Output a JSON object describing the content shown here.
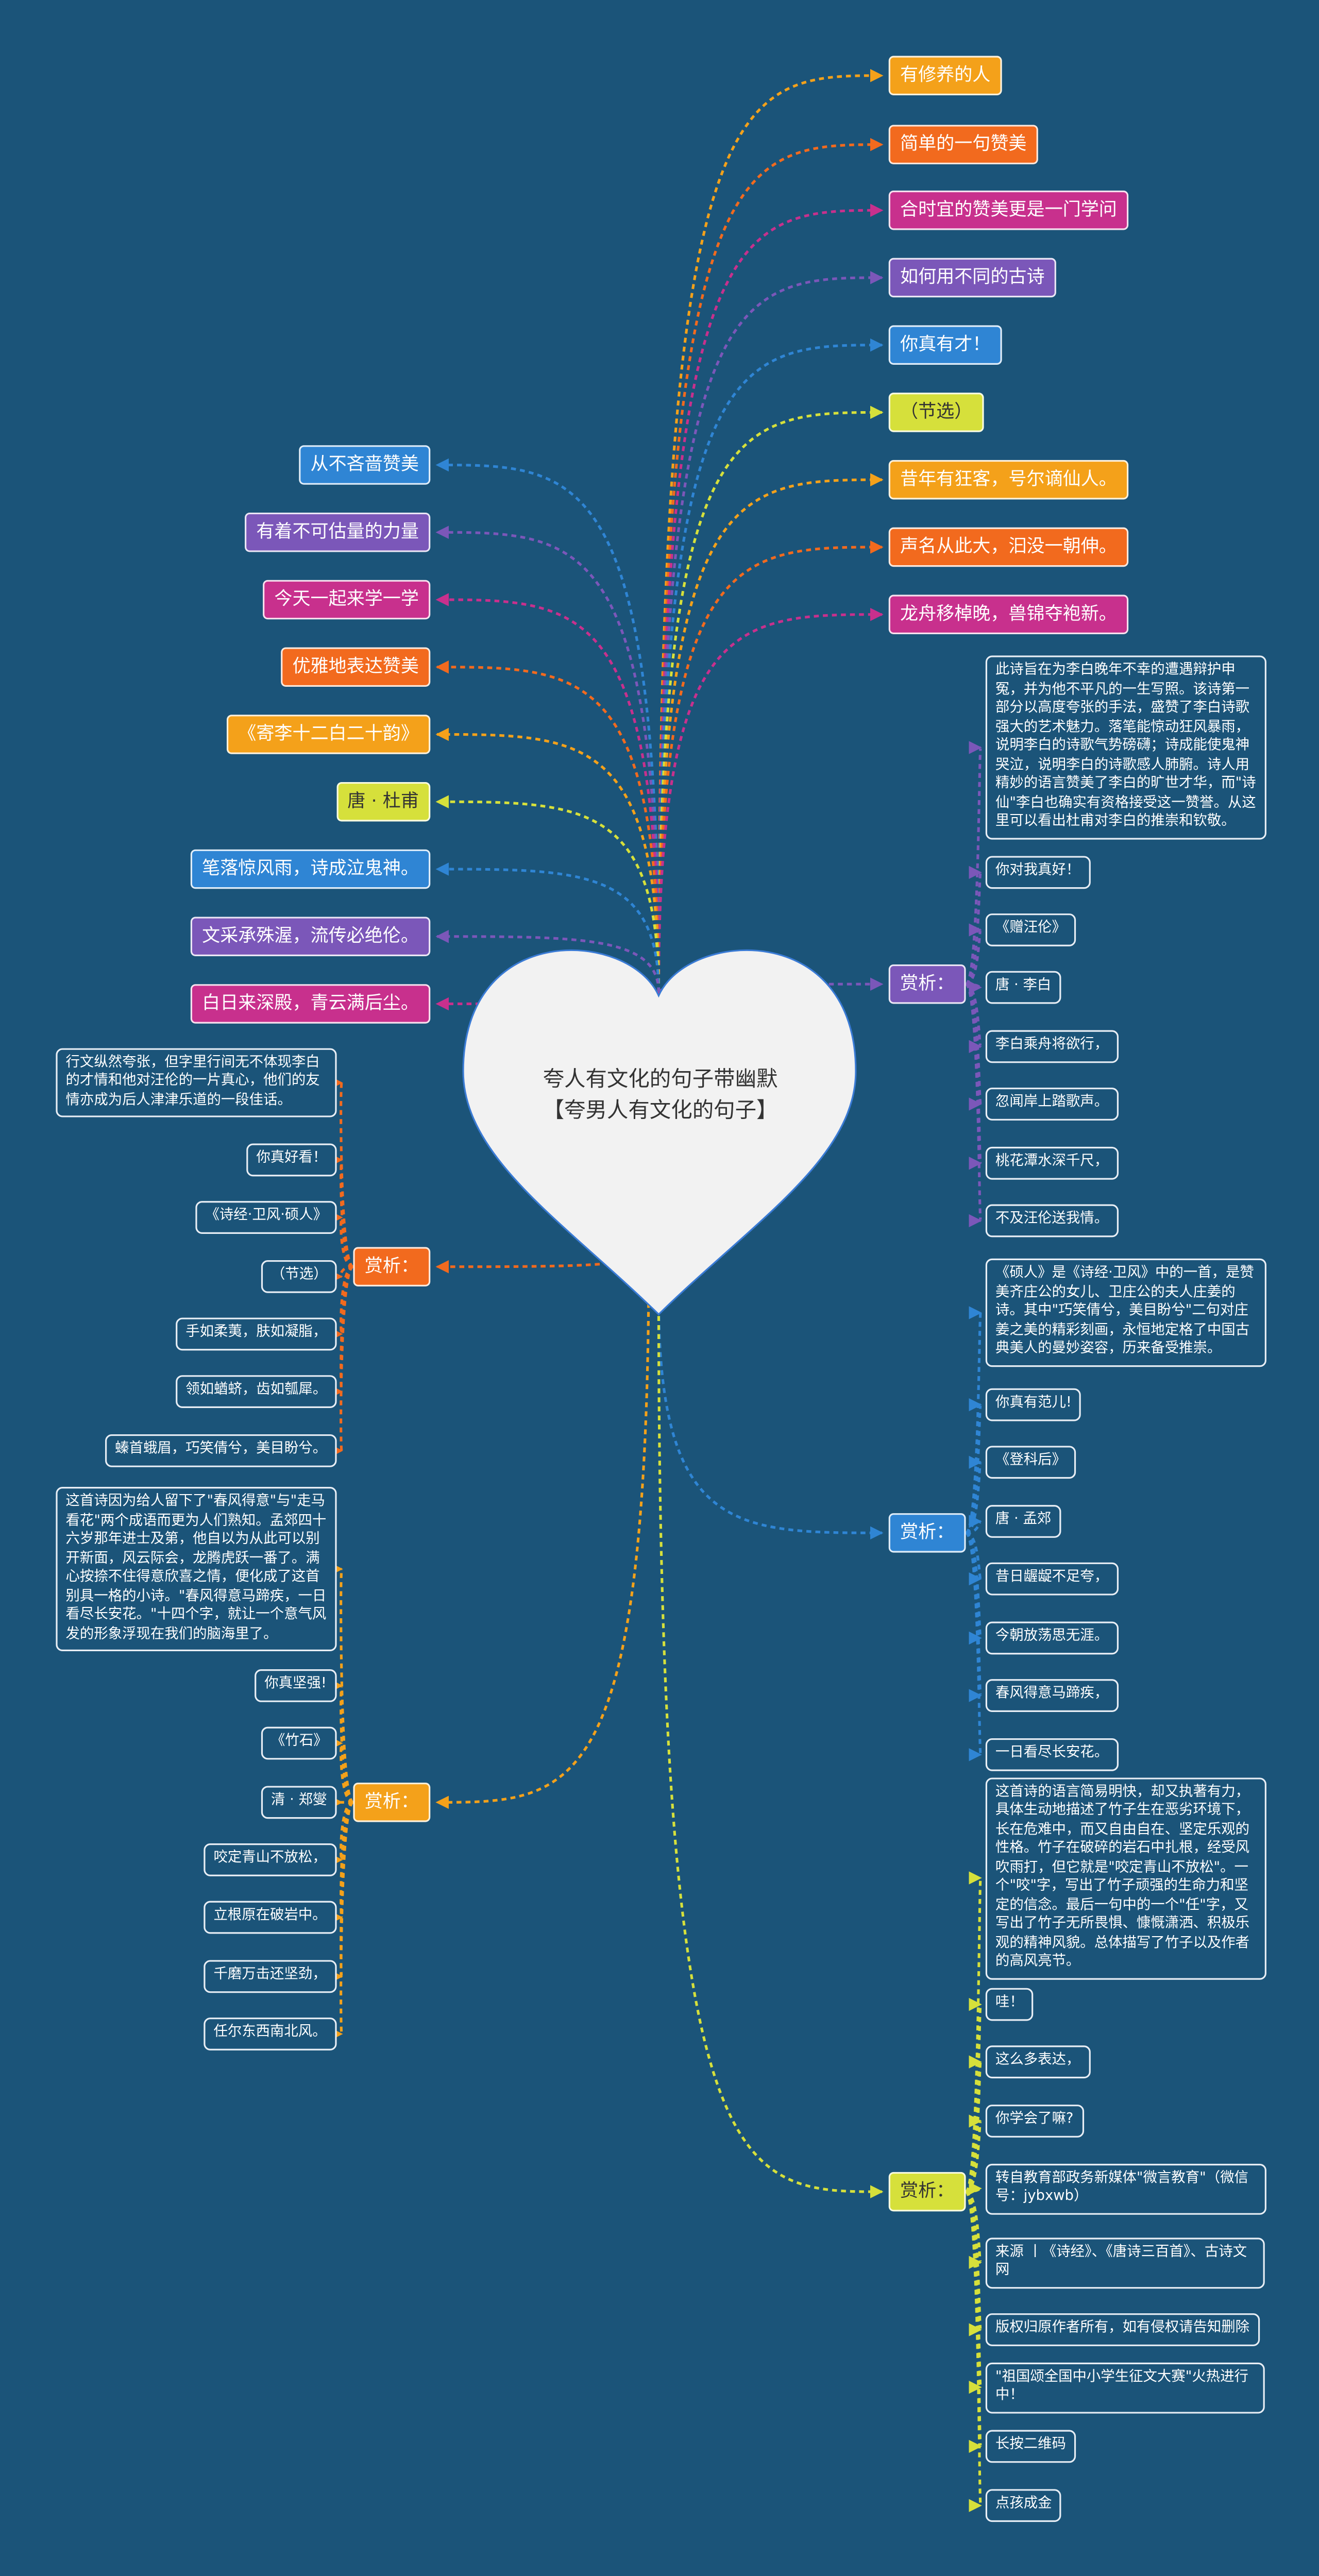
{
  "title": {
    "line1": "夸人有文化的句子带幽默",
    "line2": "【夸男人有文化的句子】"
  },
  "right_nodes": [
    "有修养的人",
    "简单的一句赞美",
    "合时宜的赞美更是一门学问",
    "如何用不同的古诗",
    "你真有才！",
    "（节选）",
    "昔年有狂客，号尔谪仙人。",
    "声名从此大，汩没一朝伸。",
    "龙舟移棹晚，兽锦夺袍新。"
  ],
  "left_nodes": [
    "从不吝啬赞美",
    "有着不可估量的力量",
    "今天一起来学一学",
    "优雅地表达赞美",
    "《寄李十二白二十韵》",
    "唐 · 杜甫",
    "笔落惊风雨，诗成泣鬼神。",
    "文采承殊渥，流传必绝伦。",
    "白日来深殿，青云满后尘。"
  ],
  "sections": [
    {
      "label": "赏析：",
      "items": [
        "此诗旨在为李白晚年不幸的遭遇辩护申冤，并为他不平凡的一生写照。该诗第一部分以高度夸张的手法，盛赞了李白诗歌强大的艺术魅力。落笔能惊动狂风暴雨，说明李白的诗歌气势磅礴；诗成能使鬼神哭泣，说明李白的诗歌感人肺腑。诗人用精妙的语言赞美了李白的旷世才华，而\"诗仙\"李白也确实有资格接受这一赞誉。从这里可以看出杜甫对李白的推崇和钦敬。",
        "你对我真好！",
        "《赠汪伦》",
        "唐 · 李白",
        "李白乘舟将欲行，",
        "忽闻岸上踏歌声。",
        "桃花潭水深千尺，",
        "不及汪伦送我情。"
      ]
    },
    {
      "label": "赏析：",
      "items": [
        "行文纵然夸张，但字里行间无不体现李白的才情和他对汪伦的一片真心，他们的友情亦成为后人津津乐道的一段佳话。",
        "你真好看！",
        "《诗经·卫风·硕人》",
        "（节选）",
        "手如柔荑，肤如凝脂，",
        "领如蝤蛴，齿如瓠犀。",
        "螓首蛾眉，巧笑倩兮，美目盼兮。"
      ]
    },
    {
      "label": "赏析：",
      "items": [
        "《硕人》是《诗经·卫风》中的一首，是赞美齐庄公的女儿、卫庄公的夫人庄姜的诗。其中\"巧笑倩兮，美目盼兮\"二句对庄姜之美的精彩刻画，永恒地定格了中国古典美人的曼妙姿容，历来备受推崇。",
        "你真有范儿!",
        "《登科后》",
        "唐 · 孟郊",
        "昔日龌龊不足夸，",
        "今朝放荡思无涯。",
        "春风得意马蹄疾，",
        "一日看尽长安花。"
      ]
    },
    {
      "label": "赏析：",
      "items": [
        "这首诗因为给人留下了\"春风得意\"与\"走马看花\"两个成语而更为人们熟知。孟郊四十六岁那年进士及第，他自以为从此可以别开新面，风云际会，龙腾虎跃一番了。满心按捺不住得意欣喜之情，便化成了这首别具一格的小诗。\"春风得意马蹄疾，一日看尽长安花。\"十四个字，就让一个意气风发的形象浮现在我们的脑海里了。",
        "你真坚强!",
        "《竹石》",
        "清 · 郑燮",
        "咬定青山不放松，",
        "立根原在破岩中。",
        "千磨万击还坚劲，",
        "任尔东西南北风。"
      ]
    },
    {
      "label": "赏析：",
      "items": [
        "这首诗的语言简易明快，却又执著有力，具体生动地描述了竹子生在恶劣环境下，长在危难中，而又自由自在、坚定乐观的性格。竹子在破碎的岩石中扎根，经受风吹雨打，但它就是\"咬定青山不放松\"。一个\"咬\"字，写出了竹子顽强的生命力和坚定的信念。最后一句中的一个\"任\"字，又写出了竹子无所畏惧、慷慨潇洒、积极乐观的精神风貌。总体描写了竹子以及作者的高风亮节。",
        "哇！",
        "这么多表达，",
        "你学会了嘛?",
        "转自教育部政务新媒体\"微言教育\"（微信号：jybxwb）",
        "来源 丨《诗经》、《唐诗三百首》、古诗文网",
        "版权归原作者所有，如有侵权请告知删除",
        "\"祖国颂全国中小学生征文大赛\"火热进行中！",
        "长按二维码",
        "点孩成金"
      ]
    }
  ],
  "colors": {
    "background": "#1b5479",
    "orange": "#f4a11a",
    "orange_red": "#f26a1e",
    "magenta": "#c8308d",
    "purple": "#7b57b9",
    "blue": "#2f85d4",
    "yellow": "#d6e03b",
    "heart": "#f2f2f2"
  }
}
